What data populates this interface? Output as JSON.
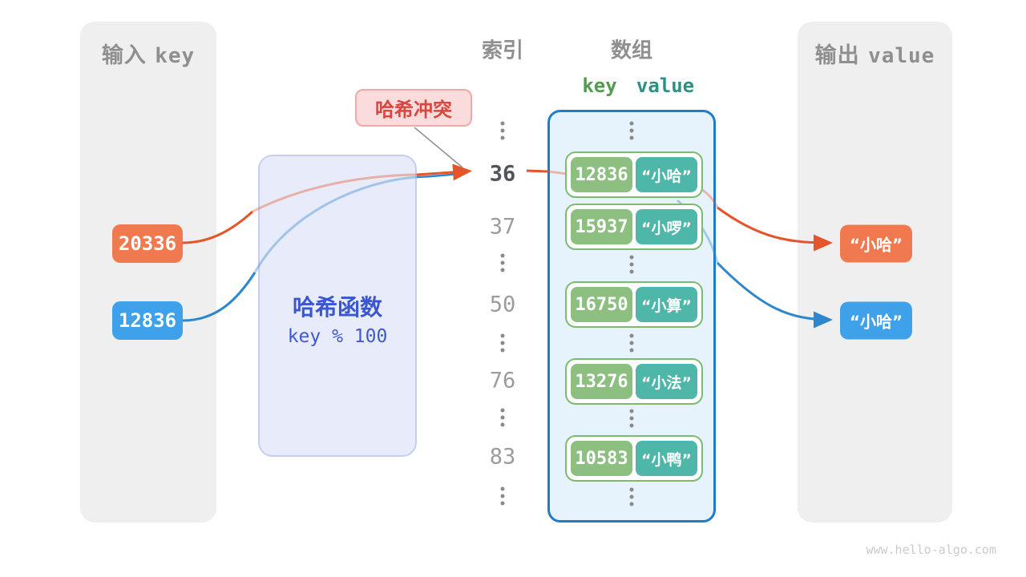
{
  "page": {
    "watermark": "www.hello-algo.com"
  },
  "colors": {
    "accent_orange": "#f0794f",
    "accent_blue": "#3ea1e9",
    "arrow_orange": "#e4552b",
    "arrow_blue": "#2f87cb",
    "key_green": "#8cbf80",
    "value_teal": "#4fb6aa",
    "array_border_blue": "#1f7cc9",
    "hash_blue_text": "#3b56cf",
    "collision_red": "#da453e",
    "panel_gray": "#efefef"
  },
  "input_panel": {
    "title_cn": "输入",
    "title_en": "key",
    "keys": [
      {
        "value": "20336",
        "color": "orange"
      },
      {
        "value": "12836",
        "color": "blue"
      }
    ]
  },
  "hash_function": {
    "title": "哈希函数",
    "formula": "key % 100"
  },
  "collision_label": {
    "text": "哈希冲突"
  },
  "index_column": {
    "title": "索引",
    "rows": [
      {
        "type": "ellipsis"
      },
      {
        "type": "index",
        "label": "36",
        "highlight": true
      },
      {
        "type": "index",
        "label": "37"
      },
      {
        "type": "ellipsis"
      },
      {
        "type": "index",
        "label": "50"
      },
      {
        "type": "ellipsis"
      },
      {
        "type": "index",
        "label": "76"
      },
      {
        "type": "ellipsis"
      },
      {
        "type": "index",
        "label": "83"
      },
      {
        "type": "ellipsis"
      }
    ]
  },
  "array_panel": {
    "title": "数组",
    "key_header": "key",
    "value_header": "value",
    "entries": [
      {
        "key": "12836",
        "value": "“小哈”"
      },
      {
        "key": "15937",
        "value": "“小啰”"
      },
      {
        "key": "16750",
        "value": "“小算”"
      },
      {
        "key": "13276",
        "value": "“小法”"
      },
      {
        "key": "10583",
        "value": "“小鸭”"
      }
    ]
  },
  "output_panel": {
    "title_cn": "输出",
    "title_en": "value",
    "values": [
      {
        "text": "“小哈”",
        "color": "orange"
      },
      {
        "text": "“小哈”",
        "color": "blue"
      }
    ]
  }
}
